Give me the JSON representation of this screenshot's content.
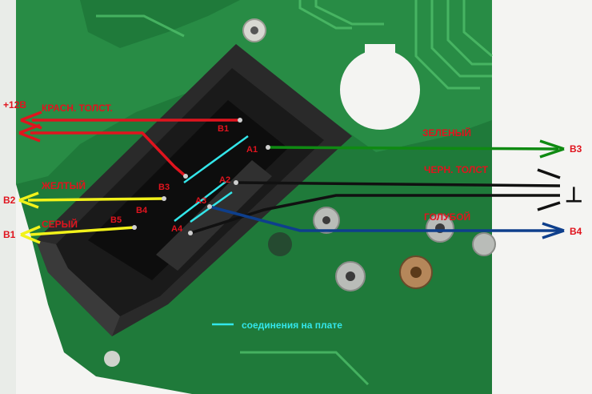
{
  "colors": {
    "red": "#e0141e",
    "yellow": "#f2f21a",
    "green": "#0f8a12",
    "black": "#111111",
    "blue": "#0e3f8c",
    "cyan": "#33e6ea",
    "board": "#1f7a3a",
    "board_light": "#2f9a4e",
    "connector": "#2a2a2a"
  },
  "labels": {
    "plus12": "+12В",
    "red_thick": "КРАСН. ТОЛСТ.",
    "green": "ЗЕЛЕНЫЙ",
    "black_thick": "ЧЕРН. ТОЛСТ",
    "yellow": "ЖЕЛТЫЙ",
    "gray": "СЕРЫЙ",
    "blue": "ГОЛУБОЙ",
    "legend": "соединения на плате",
    "ground_symbol": "⊥"
  },
  "ends": {
    "b3": "B3",
    "b4": "B4",
    "b2": "B2",
    "b1": "B1"
  },
  "pins": {
    "b1": "B1",
    "a1": "A1",
    "a2": "A2",
    "a3": "A3",
    "a4": "A4",
    "b3": "B3",
    "b4": "B4",
    "b5": "B5"
  }
}
